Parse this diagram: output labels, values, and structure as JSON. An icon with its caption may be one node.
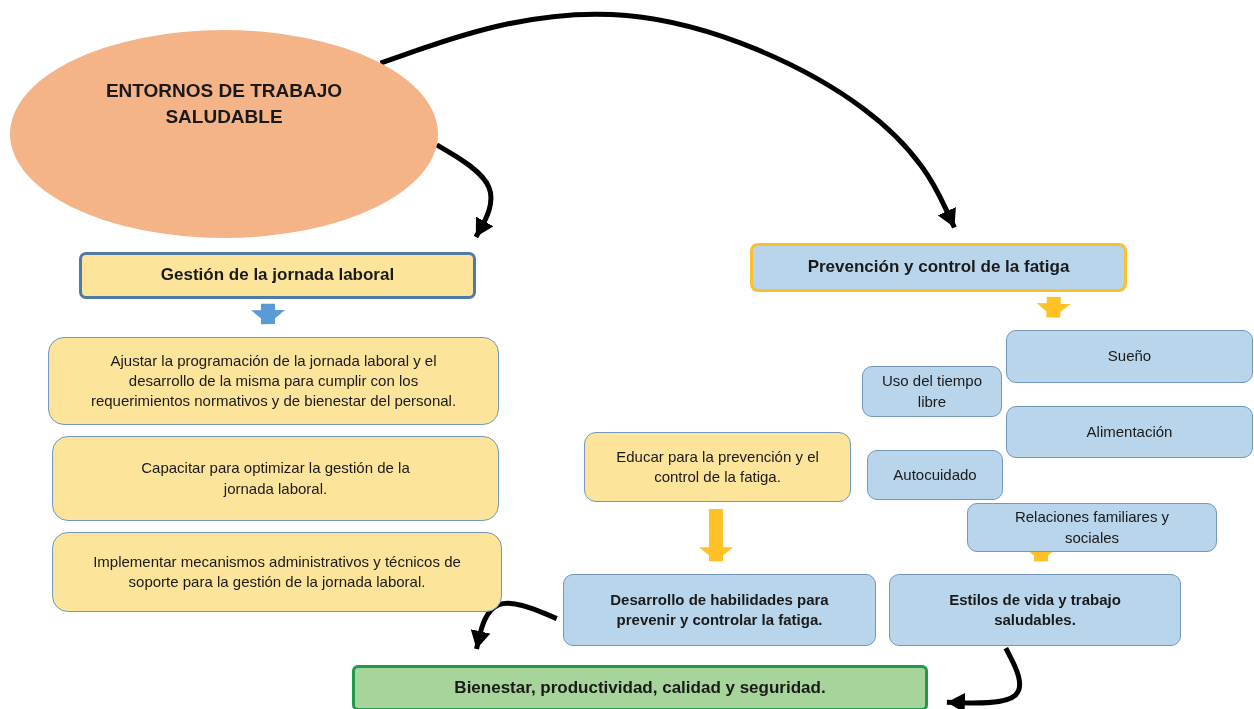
{
  "diagram": {
    "nodes": [
      {
        "text": [
          "ENTORNOS DE TRABAJO SALUDABLE"
        ]
      },
      {
        "text": [
          "Gestión de la jornada laboral"
        ]
      },
      {
        "text": [
          "Ajustar la programación de la jornada laboral y el desarrollo de la misma para cumplir con los requerimientos normativos y de bienestar del personal."
        ]
      },
      {
        "text": [
          "Capacitar para optimizar la gestión de la jornada laboral."
        ]
      },
      {
        "text": [
          "Implementar mecanismos administrativos y técnicos de soporte para la gestión de la jornada laboral."
        ]
      },
      {
        "text": [
          "Prevención y control de la fatiga"
        ]
      },
      {
        "text": [
          "Sueño"
        ]
      },
      {
        "text": [
          "Uso del tiempo libre"
        ]
      },
      {
        "text": [
          "Alimentación"
        ]
      },
      {
        "text": [
          "Autocuidado"
        ]
      },
      {
        "text": [
          "Relaciones familiares y sociales"
        ]
      },
      {
        "text": [
          "Educar para la prevención y el control de la fatiga."
        ]
      },
      {
        "text": [
          "Desarrollo de habilidades para prevenir y controlar la fatiga."
        ]
      },
      {
        "text": [
          "Estilos de vida y trabajo saludables."
        ]
      },
      {
        "text": [
          "Bienestar, productividad, calidad y seguridad."
        ]
      }
    ],
    "edges": [
      {
        "from": 0,
        "to": 1,
        "arrow": "to"
      },
      {
        "from": 0,
        "to": 5,
        "arrow": "to"
      },
      {
        "from": 1,
        "to": 2,
        "arrow": "to",
        "style": "thick",
        "color": "#5b9bd5"
      },
      {
        "from": 5,
        "to": 6,
        "arrow": "to",
        "style": "thick",
        "color": "#ffc125"
      },
      {
        "from": 11,
        "to": 12,
        "arrow": "to",
        "style": "thick",
        "color": "#ffc125"
      },
      {
        "from": 10,
        "to": 13,
        "arrow": "to",
        "style": "thick",
        "color": "#ffc125"
      },
      {
        "from": 12,
        "to": 14,
        "arrow": "to"
      },
      {
        "from": 13,
        "to": 14,
        "arrow": "to"
      }
    ]
  }
}
